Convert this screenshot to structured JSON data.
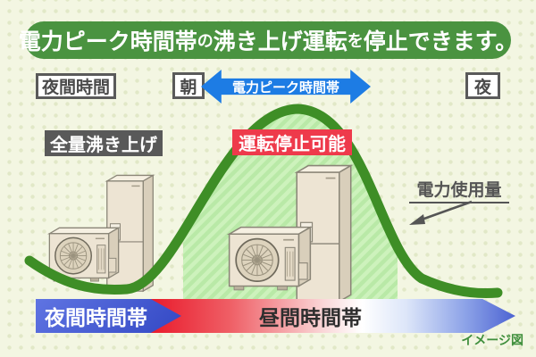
{
  "banner": {
    "seg_peak": "電力ピーク時間帯",
    "seg_no": "の",
    "seg_boil": "沸き上げ運転",
    "seg_wo": "を",
    "seg_stop": "停止できます。"
  },
  "timeline": {
    "night_hours": "夜間時間",
    "morning": "朝",
    "peak_band": "電力ピーク時間帯",
    "evening": "夜"
  },
  "labels": {
    "full_boil": "全量沸き上げ",
    "stop_possible": "運転停止可能",
    "power_usage": "電力使用量"
  },
  "bands": {
    "night": "夜間時間帯",
    "day": "昼間時間帯"
  },
  "note": "イメージ図",
  "icons": {
    "peak_double_arrow": "double-headed-horizontal-arrow",
    "usage_pointer": "diagonal-arrow-pointing-to-curve",
    "heat_pump_sets": "outdoor-unit-and-tank-illustration"
  },
  "colors": {
    "background": "#f3f6e2",
    "background_dots": "#e1e8c7",
    "banner_green": "#4a9340",
    "peak_arrow_blue": "#1d7ce4",
    "curve_green": "#3e8e26",
    "hatch_base_green": "#b9e9a7",
    "hatch_stripe_green": "#cdf2bc",
    "stop_label_red": "#ee3a4b",
    "full_boil_label_gray": "#595959",
    "night_band_blue": "#3f55d0",
    "day_band_red": "#e91a2b",
    "day_band_blue": "#4c63d2",
    "note_green": "#3f8f3c",
    "unit_body_beige": "#ede4d3"
  }
}
